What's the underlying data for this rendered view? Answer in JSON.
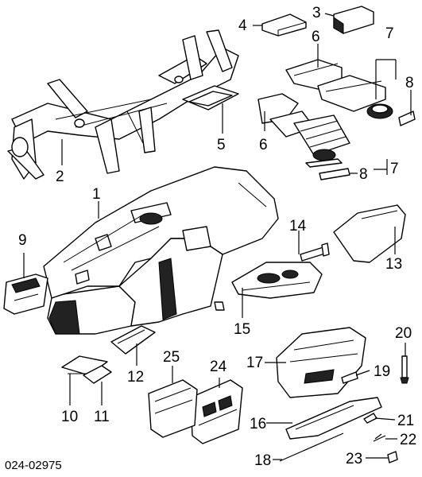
{
  "callouts": [
    "1",
    "2",
    "3",
    "4",
    "5",
    "6",
    "6",
    "7",
    "7",
    "8",
    "8",
    "9",
    "10",
    "11",
    "12",
    "13",
    "14",
    "15",
    "16",
    "17",
    "18",
    "19",
    "20",
    "21",
    "22",
    "23",
    "24",
    "25"
  ],
  "diagram_code": "024-02975",
  "colors": {
    "line": "#000000",
    "background": "#ffffff",
    "shade": "#444444"
  }
}
